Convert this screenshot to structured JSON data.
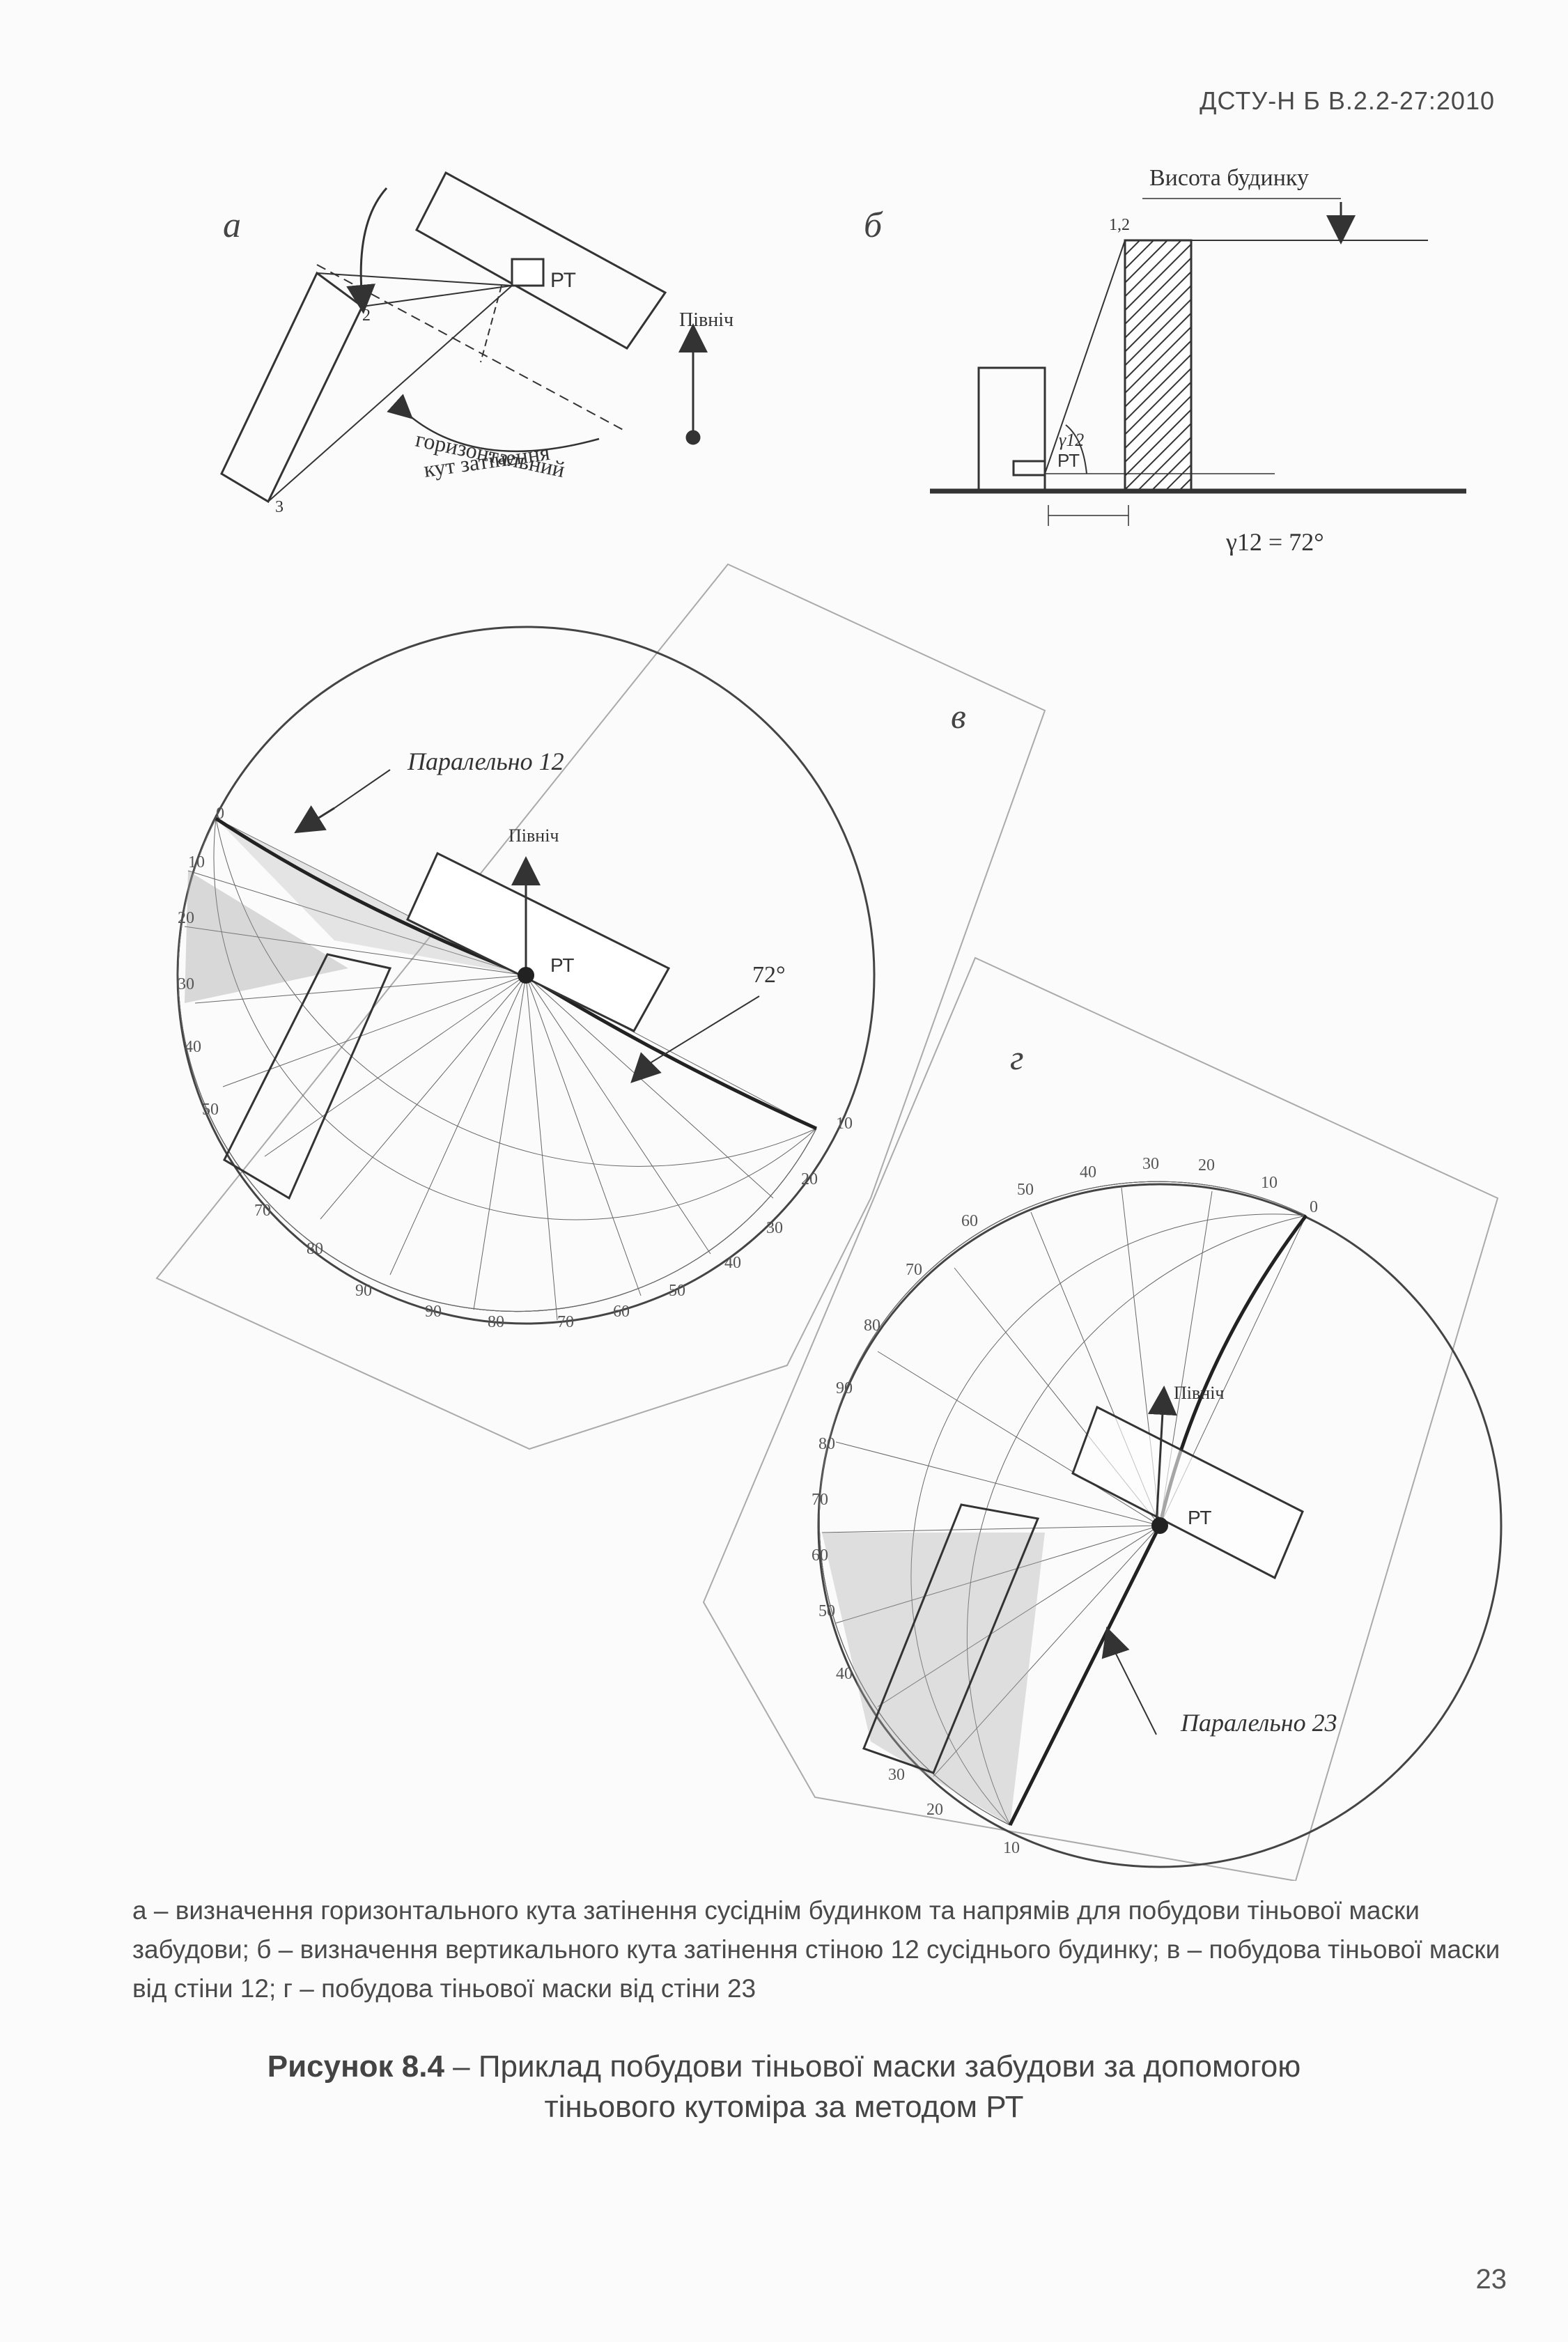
{
  "header": {
    "code": "ДСТУ-Н Б В.2.2-27:2010"
  },
  "panels": {
    "a": {
      "letter": "а",
      "rt": "РТ",
      "north": "Північ",
      "p2": "2",
      "p3": "3",
      "angle_l1": "горизонтальний",
      "angle_l2": "кут затінення"
    },
    "b": {
      "letter": "б",
      "height": "Висота будинку",
      "p12": "1,2",
      "rt": "РТ",
      "gamma": "γ12",
      "gamma_value": "γ12 = 72°"
    },
    "v": {
      "letter": "в",
      "parallel": "Паралельно 12",
      "north": "Північ",
      "rt": "РТ",
      "angle": "72°",
      "scale": [
        "0",
        "10",
        "20",
        "30",
        "40",
        "50",
        "70",
        "80",
        "90",
        "90",
        "80",
        "70",
        "60",
        "50",
        "40",
        "30",
        "20",
        "10"
      ]
    },
    "g": {
      "letter": "г",
      "parallel": "Паралельно 23",
      "north": "Північ",
      "rt": "РТ",
      "scale": [
        "0",
        "10",
        "20",
        "30",
        "40",
        "50",
        "60",
        "70",
        "80",
        "90",
        "80",
        "70",
        "60",
        "50",
        "40",
        "30",
        "20",
        "10"
      ]
    }
  },
  "caption": {
    "text": "а – визначення горизонтального кута затінення сусіднім будинком та напрямів для побудови тіньової маски забудови; б – визначення вертикального кута затінення стіною 12 сусіднього будинку; в – побудова тіньової маски від стіни 12; г – побудова тіньової маски від стіни 23"
  },
  "figure": {
    "number": "Рисунок 8.4",
    "title_line1": " – Приклад побудови тіньової маски забудови за допомогою",
    "title_line2": "тіньового кутоміра за методом РТ"
  },
  "page": {
    "number": "23"
  }
}
